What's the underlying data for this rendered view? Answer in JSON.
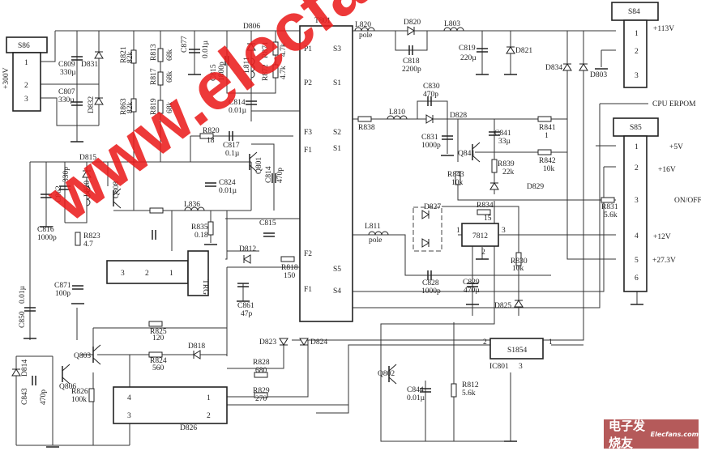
{
  "title": "Power supply schematic",
  "accent_colors": {
    "watermark": "#eb1e1e",
    "logo_bg": "#b55a5a"
  },
  "watermark": "www.elecfans.com",
  "logo": {
    "cn": "电子发烧友",
    "en": "Elecfans.com"
  },
  "labels": {
    "s86": "S86",
    "p300v": "+300V",
    "s86p1": "1",
    "s86p2": "2",
    "s86p3": "3",
    "c809": "C809",
    "c809v": "330µ",
    "d831": "D831",
    "c807": "C807",
    "c807v": "330µ",
    "d832": "D832",
    "r821": "R821",
    "r821v": "82k",
    "r863": "R863",
    "r863v": "82k",
    "r813": "R813",
    "r813v": "68k",
    "r817": "R817",
    "r817v": "68k",
    "r819": "R819",
    "r819v": "68k",
    "c877": "C877",
    "c877v": "0.01µ",
    "c815a": "C815",
    "c815av": "1800p",
    "d806": "D806",
    "l811a": "L811",
    "r871": "R871",
    "r871v": "4.7k",
    "r872": "R872",
    "r872v": "4.7k",
    "c814a": "C814",
    "c814av": "0.01µ",
    "t801": "T801",
    "tp1": "P1",
    "tp2": "P2",
    "ts3": "S3",
    "ts1a": "S1",
    "tf3": "F3",
    "tf1a": "F1",
    "ts2": "S2",
    "ts1b": "S1",
    "tf2": "F2",
    "tf1b": "F1",
    "ts5": "S5",
    "ts4": "S4",
    "l820a": "L820",
    "l820apole": "pole",
    "d820": "D820",
    "c818": "C818",
    "c818v": "2200p",
    "l803": "L803",
    "c819": "C819",
    "c819v": "220µ",
    "d821": "D821",
    "d834": "D834",
    "d803": "D803",
    "s84": "S84",
    "s84p1": "1",
    "s84p2": "2",
    "s84p3": "3",
    "v113": "+113V",
    "cpu": "CPU ERPOM",
    "s85": "S85",
    "s85p1": "1",
    "s85p2": "2",
    "s85p3": "3",
    "s85p4": "4",
    "s85p5": "5",
    "s85p6": "6",
    "v5": "+5V",
    "v16": "+16V",
    "onoff": "ON/OFF",
    "v12": "+12V",
    "v273": "+27.3V",
    "r838": "R838",
    "l810": "L810",
    "c830": "C830",
    "c830v": "470p",
    "d828": "D828",
    "c831": "C831",
    "c831v": "1000p",
    "r841": "R841",
    "r841v": "1",
    "c841": "C841",
    "c841v": "33µ",
    "q841": "Q841",
    "r842": "R842",
    "r842v": "10k",
    "r839": "R839",
    "r839v": "22k",
    "r843": "R843",
    "r843v": "10k",
    "d829": "D829",
    "r831": "R831",
    "r831v": "5.6k",
    "r834": "R834",
    "r834v": "15",
    "d827": "D827",
    "l811b": "L811",
    "l811bpole": "pole",
    "reg": "7812",
    "regp1": "1",
    "regp2": "2",
    "regp3": "3",
    "c828": "C828",
    "c828v": "1000p",
    "c829": "C829",
    "c829v": "470µ",
    "r830": "R830",
    "r830v": "10k",
    "d825": "D825",
    "ic": "S1854",
    "ic801": "IC801",
    "icp1": "1",
    "icp2": "2",
    "icp3": "3",
    "q802": "Q802",
    "c844": "C844",
    "c844v": "0.01µ",
    "r812": "R812",
    "r812v": "5.6k",
    "d815": "D815",
    "c862": "C862",
    "c862v": "330p",
    "c816": "C816",
    "c816v": "1000p",
    "l820b": "L820",
    "q808": "Q808",
    "r823": "R823",
    "r823v": "4.7",
    "c871": "C871",
    "c871v": "100p",
    "trg": "TRG",
    "trgp3": "3",
    "trgp2": "2",
    "trgp1": "1",
    "l836": "L836",
    "r835": "R835",
    "r835v": "0.18",
    "c824": "C824",
    "c824v": "0.01µ",
    "r820": "R820",
    "r820v": "18",
    "c817": "C817",
    "c817v": "0.1µ",
    "q801": "Q801",
    "c814b": "C814",
    "c814bv": "470p",
    "c815b": "C815",
    "d812": "D812",
    "r818": "R818",
    "r818v": "150",
    "c861": "C861",
    "c861v": "47p",
    "c850": "C850",
    "c850v": "0.01µ",
    "d814": "D814",
    "c843": "C843",
    "c843v": "470p",
    "q806": "Q806",
    "q803": "Q803",
    "r825": "R825",
    "r825v": "120",
    "r824": "R824",
    "r824v": "560",
    "d818": "D818",
    "r826": "R826",
    "r826v": "100k",
    "d826": "D826",
    "d826p4": "4",
    "d826p3": "3",
    "d826p1": "1",
    "d826p2": "2",
    "r828": "R828",
    "r828v": "680",
    "r829": "R829",
    "r829v": "270",
    "d823": "D823",
    "d824": "D824"
  }
}
